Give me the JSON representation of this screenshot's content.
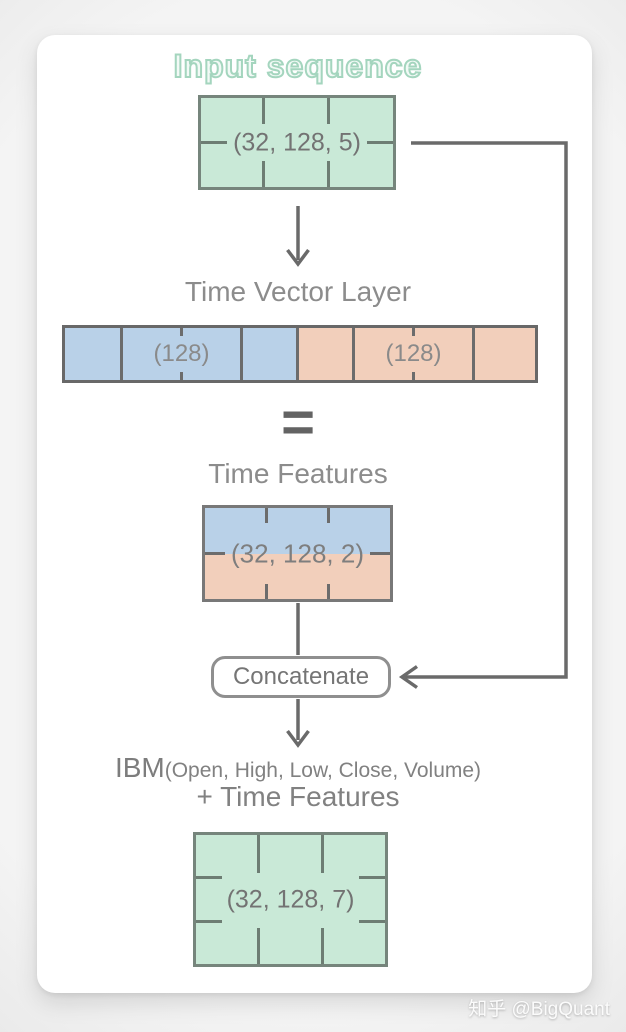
{
  "title": "Input sequence",
  "diagram": {
    "input_box": {
      "label": "(32, 128, 5)"
    },
    "time_vector": {
      "heading": "Time Vector Layer",
      "blue_label": "(128)",
      "pink_label": "(128)"
    },
    "equals": "=",
    "time_features": {
      "heading": "Time Features",
      "label": "(32, 128, 2)"
    },
    "concatenate": "Concatenate",
    "output": {
      "name": "IBM",
      "fields": "(Open, High, Low, Close, Volume)",
      "plus_line": "+ Time Features",
      "label": "(32, 128, 7)"
    }
  },
  "watermark": "知乎 @BigQuant",
  "colors": {
    "mint_fill": "#c9e9d7",
    "blue_fill": "#b9d1e8",
    "pink_fill": "#f2cfbb",
    "box_border": "#76857c",
    "line_gray": "#6a6a6a",
    "text_gray": "#8a8a8a",
    "title_outline": "#a4d5be"
  }
}
